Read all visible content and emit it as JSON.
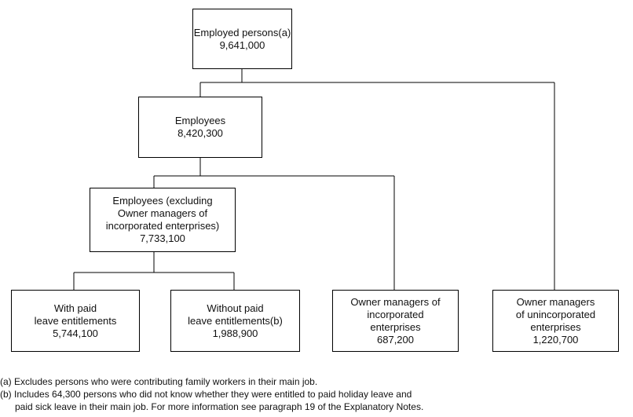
{
  "nodes": {
    "root": {
      "line1": "Employed persons(a)",
      "line2": "9,641,000"
    },
    "employees": {
      "line1": "Employees",
      "line2": "8,420,300"
    },
    "excl": {
      "line1": "Employees (excluding",
      "line2": "Owner managers of",
      "line3": "incorporated enterprises)",
      "line4": "7,733,100"
    },
    "paid": {
      "line1": "With paid",
      "line2": "leave entitlements",
      "line3": "5,744,100"
    },
    "nopaid": {
      "line1": "Without paid",
      "line2": "leave entitlements(b)",
      "line3": "1,988,900"
    },
    "omi": {
      "line1": "Owner managers of",
      "line2": "incorporated",
      "line3": "enterprises",
      "line4": "687,200"
    },
    "omu": {
      "line1": "Owner managers",
      "line2": "of unincorporated",
      "line3": "enterprises",
      "line4": "1,220,700"
    }
  },
  "footnotes": {
    "a": "(a) Excludes persons who were contributing family workers in their main job.",
    "b1": "(b) Includes 64,300 persons who did not know whether they were entitled to paid holiday leave and",
    "b2": "paid sick leave in their main job. For more information see paragraph 19 of the Explanatory Notes."
  }
}
